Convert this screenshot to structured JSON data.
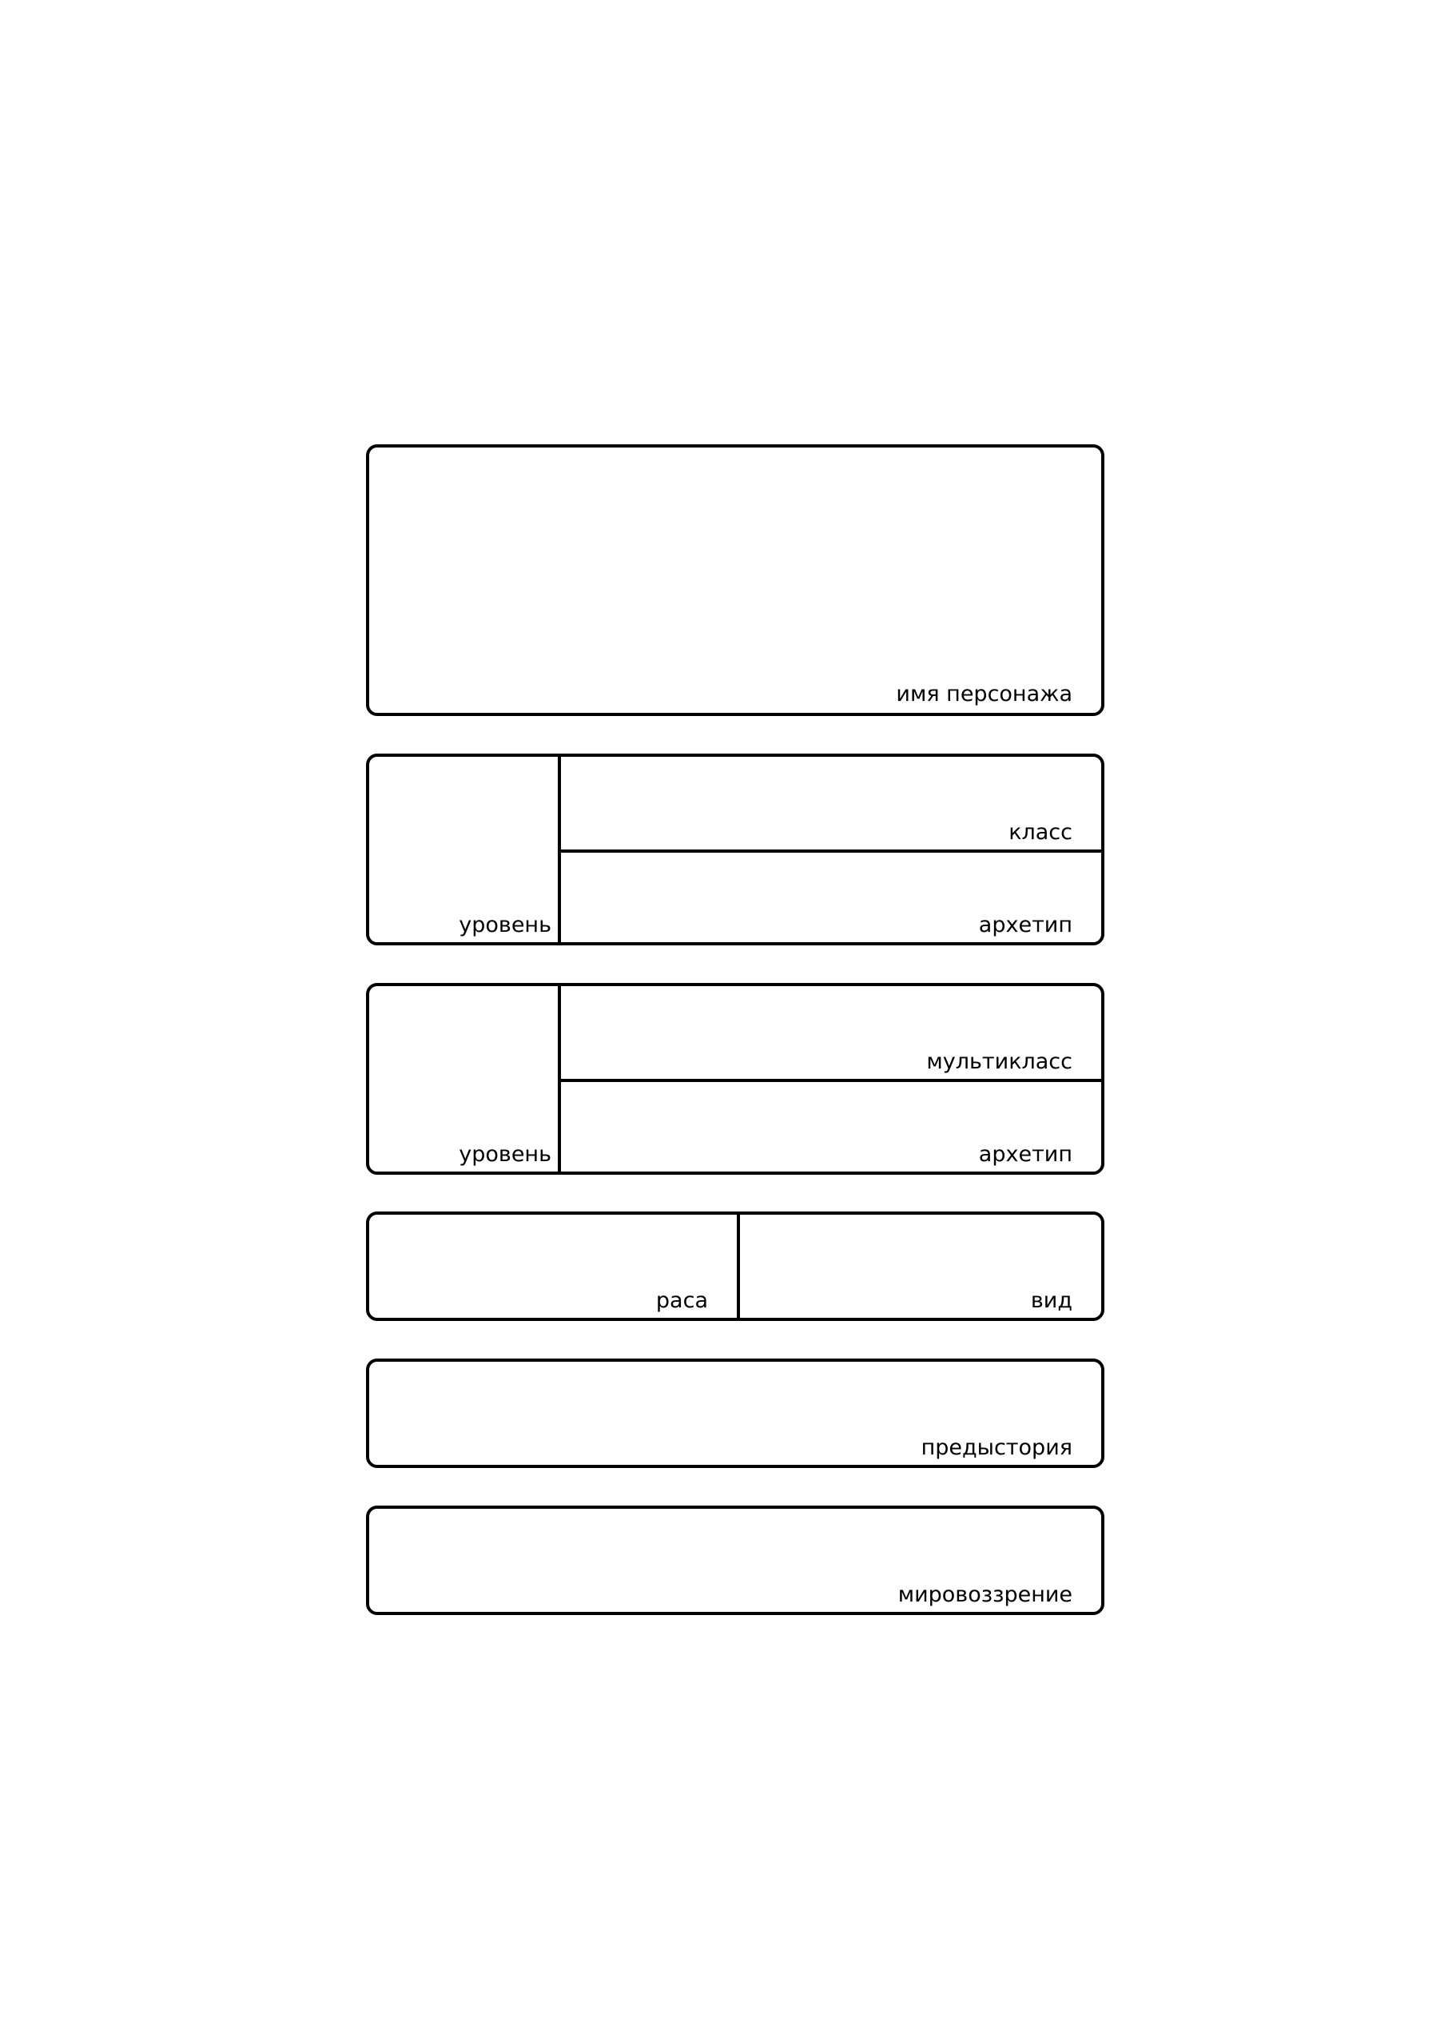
{
  "sheet": {
    "name_box": {
      "label": "имя персонажа"
    },
    "class_box": {
      "level_label": "уровень",
      "class_label": "класс",
      "archetype_label": "архетип"
    },
    "multiclass_box": {
      "level_label": "уровень",
      "multiclass_label": "мультикласс",
      "archetype_label": "архетип"
    },
    "race_box": {
      "race_label": "раса",
      "kind_label": "вид"
    },
    "background_box": {
      "label": "предыстория"
    },
    "alignment_box": {
      "label": "мировоззрение"
    }
  }
}
